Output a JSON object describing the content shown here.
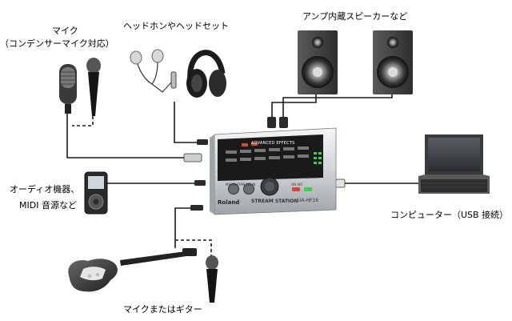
{
  "labels": {
    "mic_title": "マイク",
    "mic_sub": "（コンデンサーマイク対応）",
    "headphones": "ヘッドホンやヘッドセット",
    "speakers": "アンプ内蔵スピーカーなど",
    "audio_line1": "オーディオ機器、",
    "audio_line2": "MIDI 音源など",
    "computer": "コンピューター（USB 接続）",
    "guitar_mic": "マイクまたはギター"
  },
  "device": {
    "brand": "Roland",
    "name": "STREAM STATION",
    "model": "UA-HF16",
    "effects_header": "ADVANCED EFFECTS",
    "mic_knob": "MIC/GUITAR",
    "line_knob": "LINE IN",
    "level_label": "ON AIR"
  },
  "colors": {
    "cable": "#1a1a1a",
    "device_body": "#d9dcdf",
    "speaker_cabinet": "#4a4a4a"
  }
}
